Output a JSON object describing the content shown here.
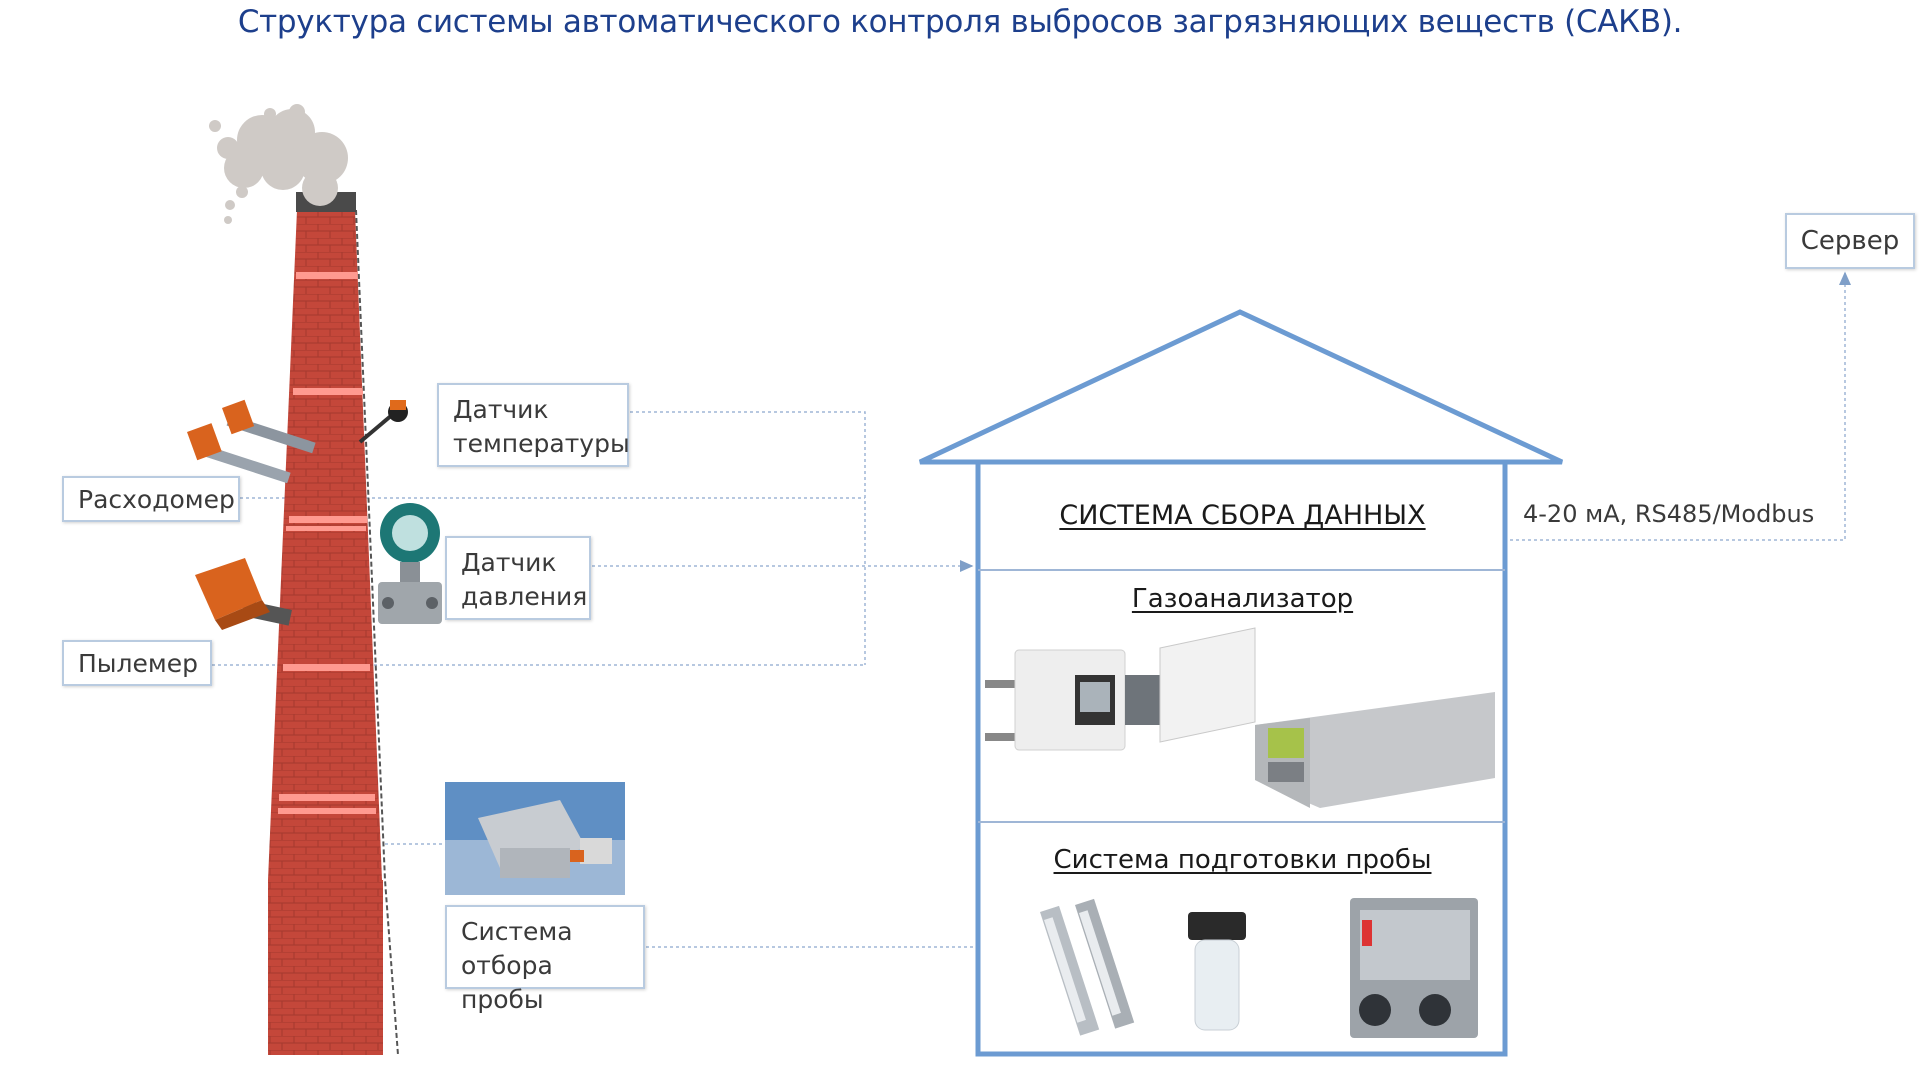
{
  "title": "Структура системы автоматического контроля выбросов загрязняющих веществ (САКВ).",
  "sensors": {
    "temperature": "Датчик температуры",
    "flowmeter": "Расходомер",
    "pressure": "Датчик давления",
    "dust": "Пылемер",
    "sampling": "Система отбора пробы"
  },
  "building": {
    "header": "СИСТЕМА СБОРА ДАННЫХ",
    "analyzer": "Газоанализатор",
    "prep": "Система подготовки пробы"
  },
  "interface": "4-20 мА, RS485/Modbus",
  "server": "Сервер",
  "colors": {
    "title": "#1d3f8c",
    "house": "#6c9bd2",
    "brick": "#c4473a",
    "stripe": "#ff9a90",
    "connector": "#9fb6d6"
  }
}
